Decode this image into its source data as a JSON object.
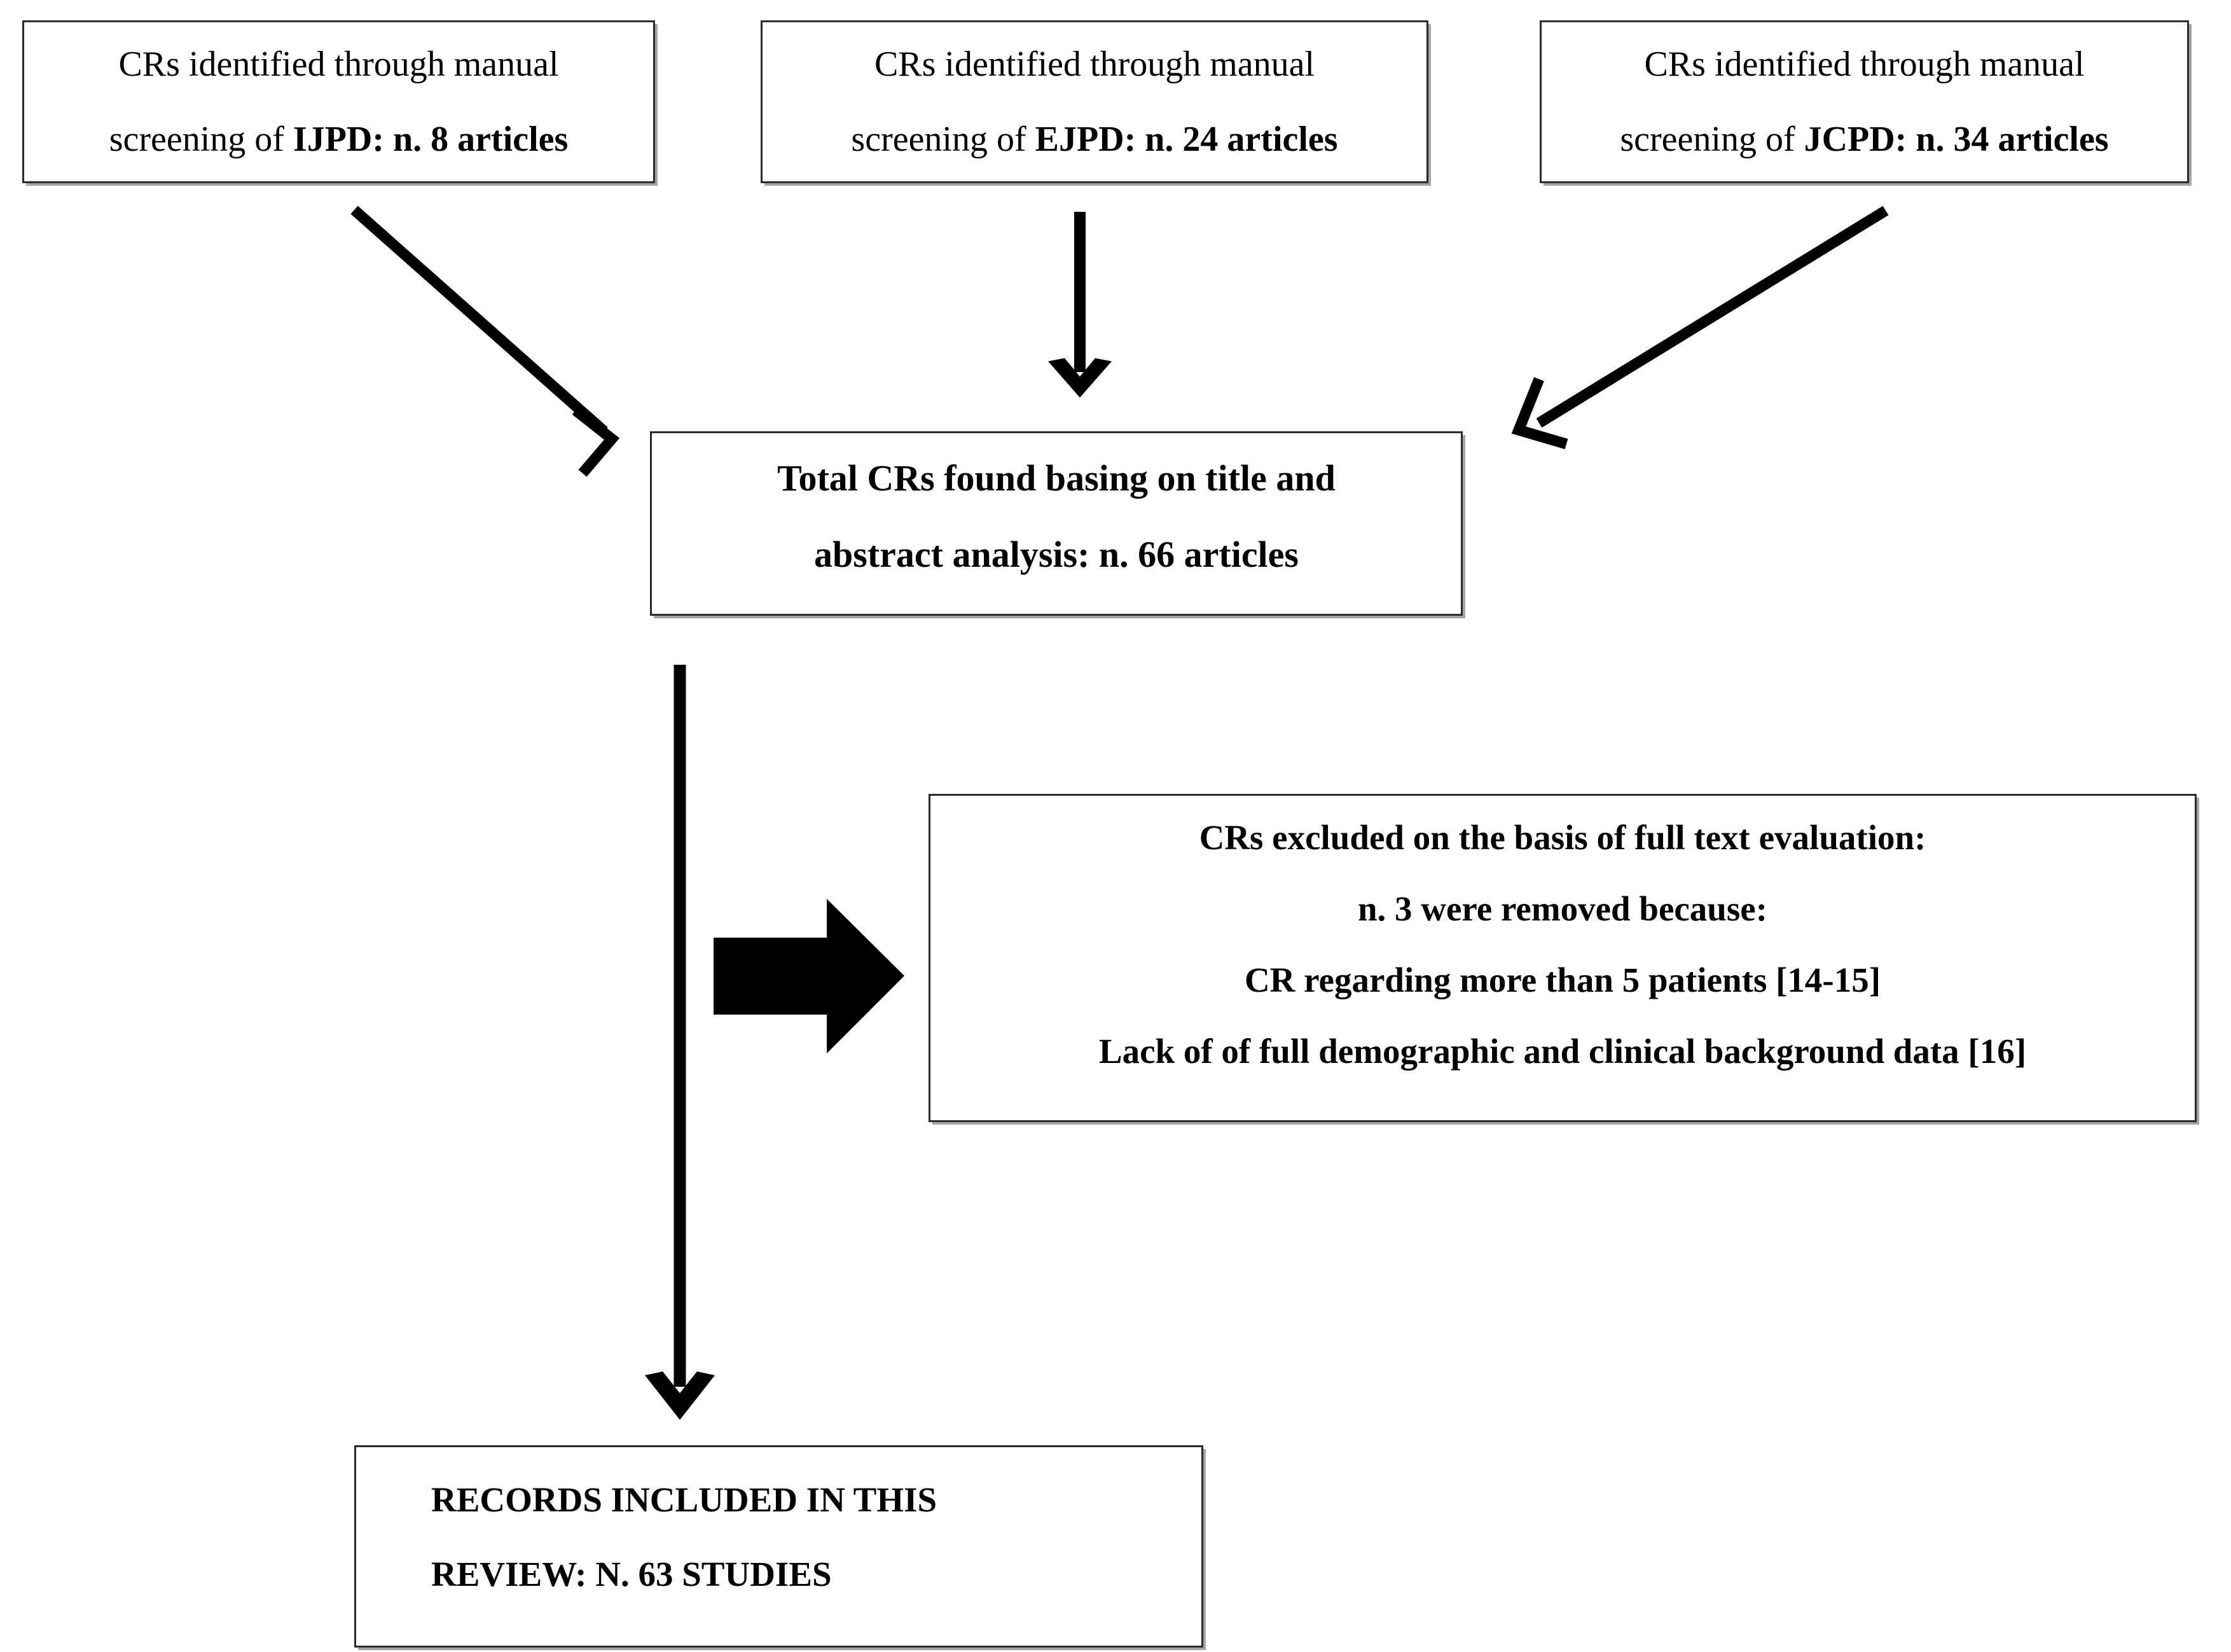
{
  "diagram": {
    "title": "PRISMA-style case report selection flowchart",
    "background_color": "#ffffff",
    "line_color": "#000000",
    "box_border_color": "#2b2b2b"
  },
  "boxes": {
    "ijpd": {
      "line_a": "CRs identified through manual",
      "line_b_prefix": "screening of ",
      "line_b_bold": "IJPD: n. 8 articles",
      "journal": "IJPD",
      "count": 8
    },
    "ejpd": {
      "line_a": "CRs identified through manual",
      "line_b_prefix": "screening of ",
      "line_b_bold": "EJPD: n. 24 articles",
      "journal": "EJPD",
      "count": 24
    },
    "jcpd": {
      "line_a": "CRs identified through manual",
      "line_b_prefix": "screening of ",
      "line_b_bold": "JCPD: n. 34 articles",
      "journal": "JCPD",
      "count": 34
    },
    "total": {
      "line_a": "Total CRs found basing on title and",
      "line_b": "abstract analysis: n. 66 articles",
      "count": 66
    },
    "excluded": {
      "line_1": "CRs excluded on the basis of full text evaluation:",
      "line_2": "n. 3 were removed because:",
      "line_3": "CR regarding more than 5 patients [14-15]",
      "line_4": "Lack of of full demographic and clinical background data [16]",
      "count": 3
    },
    "included": {
      "line_a": "RECORDS INCLUDED IN THIS",
      "line_b": "REVIEW: N. 63 STUDIES",
      "count": 63
    }
  },
  "connectors": [
    {
      "name": "ijpd-to-total",
      "type": "diagonal-arrow",
      "direction": "down-right"
    },
    {
      "name": "ejpd-to-total",
      "type": "straight-arrow",
      "direction": "down"
    },
    {
      "name": "jcpd-to-total",
      "type": "diagonal-arrow",
      "direction": "down-left"
    },
    {
      "name": "total-to-included",
      "type": "straight-arrow",
      "direction": "down"
    },
    {
      "name": "total-to-excluded",
      "type": "block-arrow",
      "direction": "right"
    }
  ]
}
